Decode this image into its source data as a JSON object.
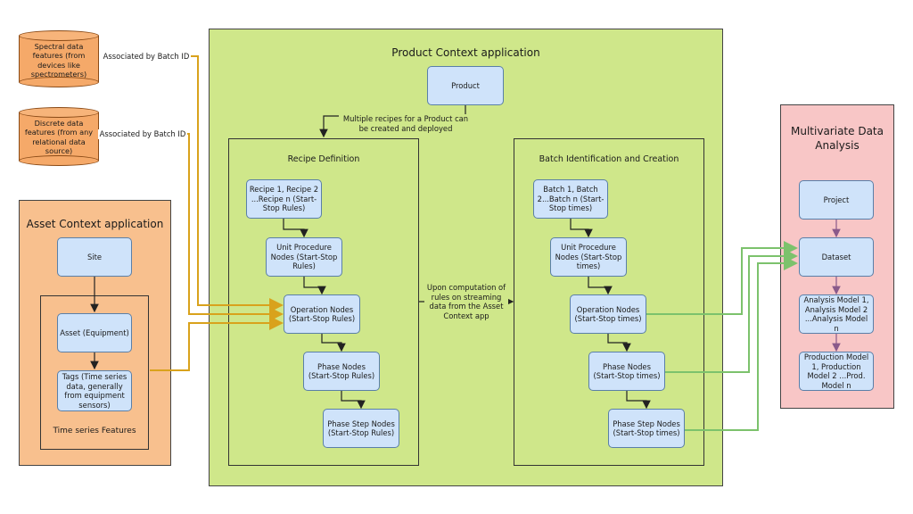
{
  "product_app": {
    "title": "Product Context application",
    "product": "Product",
    "multi_recipe_note": "Multiple recipes for a Product can be created and deployed",
    "computation_note": "Upon computation of rules on streaming data from the Asset Context app"
  },
  "recipe": {
    "title": "Recipe Definition",
    "nodes": [
      "Recipe 1, Recipe 2 ...Recipe n (Start-Stop Rules)",
      "Unit Procedure Nodes (Start-Stop Rules)",
      "Operation Nodes (Start-Stop Rules)",
      "Phase Nodes (Start-Stop Rules)",
      "Phase Step Nodes (Start-Stop Rules)"
    ]
  },
  "batch": {
    "title": "Batch Identification and Creation",
    "nodes": [
      "Batch 1, Batch 2...Batch n (Start-Stop times)",
      "Unit Procedure Nodes (Start-Stop times)",
      "Operation Nodes (Start-Stop times)",
      "Phase Nodes (Start-Stop times)",
      "Phase Step Nodes (Start-Stop times)"
    ]
  },
  "asset_app": {
    "title": "Asset Context application",
    "site": "Site",
    "asset": "Asset (Equipment)",
    "tags": "Tags (Time series data, generally from equipment sensors)",
    "group_label": "Time series Features"
  },
  "mva": {
    "title": "Multivariate Data Analysis",
    "project": "Project",
    "dataset": "Dataset",
    "analysis": "Analysis Model 1, Analysis Model 2 ...Analysis Model n",
    "production": "Production Model 1, Production Model 2 ...Prod. Model n"
  },
  "sources": {
    "spectral": "Spectral data features (from devices like spectrometers)",
    "discrete": "Discrete data features (from any relational data source)",
    "assoc_label": "Associated by Batch ID"
  },
  "colors": {
    "product_bg": "#cfe78a",
    "asset_bg": "#f8c08e",
    "mva_bg": "#f8c6c6",
    "node_bg": "#cfe3fa",
    "orange_link": "#d9a21c",
    "green_link": "#7cc26c",
    "dark_link": "#222222",
    "mva_link": "#8a5a8a"
  }
}
